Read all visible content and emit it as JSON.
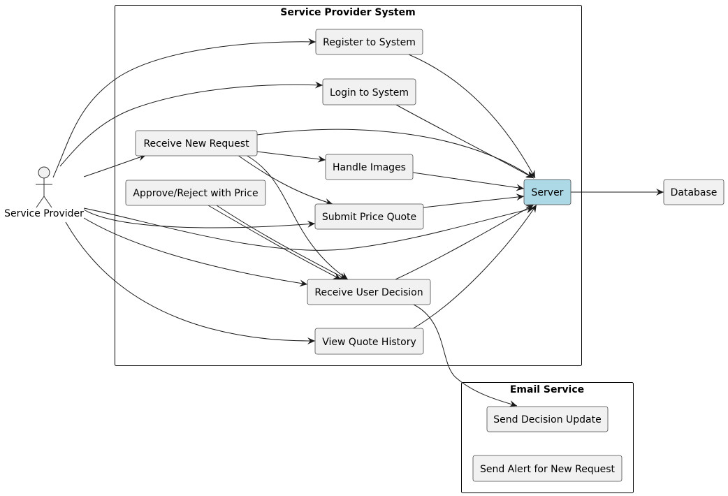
{
  "systems": {
    "service_provider_system": {
      "title": "Service Provider System"
    },
    "email_service": {
      "title": "Email Service"
    }
  },
  "actor": {
    "label": "Service Provider"
  },
  "use_cases": {
    "register": "Register to System",
    "login": "Login to System",
    "receive_request": "Receive New Request",
    "handle_images": "Handle Images",
    "approve_reject": "Approve/Reject with Price",
    "submit_quote": "Submit Price Quote",
    "receive_decision": "Receive User Decision",
    "view_history": "View Quote History",
    "send_decision_update": "Send Decision Update",
    "send_alert": "Send Alert for New Request"
  },
  "components": {
    "server": "Server",
    "database": "Database"
  },
  "colors": {
    "node_fill": "#f1f1f1",
    "server_fill": "#add8e6",
    "line": "#1a1a1a"
  }
}
